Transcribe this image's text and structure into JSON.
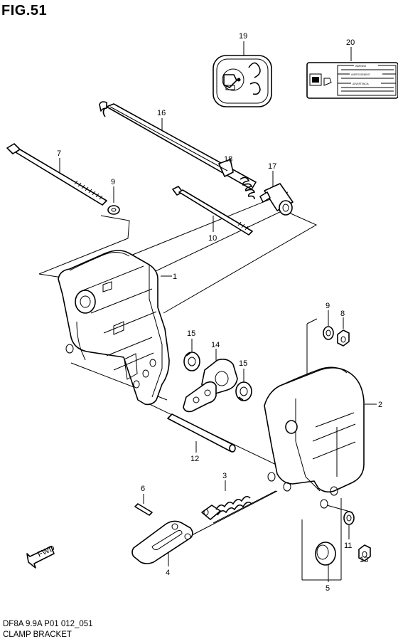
{
  "figure": {
    "title": "FIG.51",
    "code": "DF8A 9.9A P01 012_051",
    "name": "CLAMP BRACKET"
  },
  "direction_label": "FWD",
  "label_sticker_lines": [
    "WARNING",
    "AVERTISSEMENT",
    "ADVERTENCIA"
  ],
  "callouts": [
    "1",
    "2",
    "3",
    "4",
    "5",
    "6",
    "7",
    "8",
    "9",
    "9",
    "10",
    "11",
    "12",
    "13",
    "14",
    "15",
    "15",
    "16",
    "17",
    "18",
    "19",
    "20"
  ]
}
